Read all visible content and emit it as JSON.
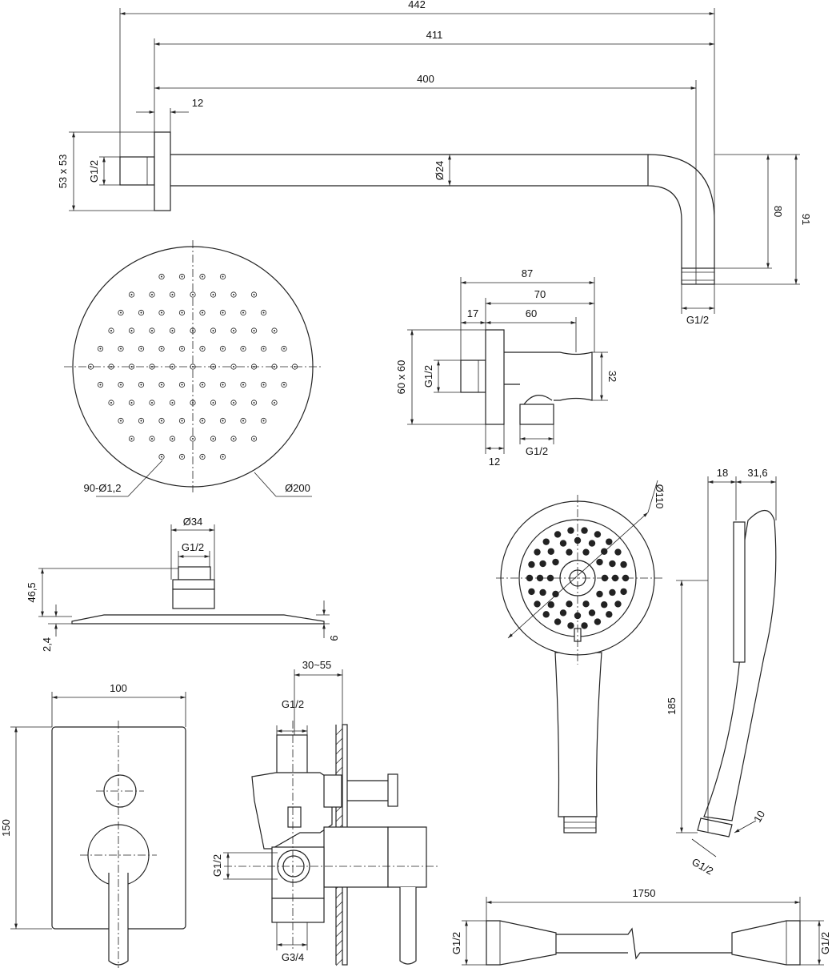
{
  "shower_arm": {
    "overall": "442",
    "to_axis_outer": "411",
    "arm_length": "400",
    "flange_depth": "12",
    "flange_size": "53 x 53",
    "inlet_thread": "G1/2",
    "tube_diameter": "Ø24",
    "drop_80": "80",
    "drop_91": "91",
    "outlet_thread": "G1/2"
  },
  "head_top": {
    "nozzles": "90-Ø1,2",
    "diameter": "Ø200"
  },
  "head_side": {
    "connector_diameter": "Ø34",
    "thread": "G1/2",
    "height": "46,5",
    "plate_thickness": "2,4",
    "total_thickness": "9"
  },
  "wall_bracket": {
    "overall": "87",
    "depth_70": "70",
    "depth_60": "60",
    "nipple": "17",
    "plate_size": "60 x 60",
    "inlet_thread": "G1/2",
    "holder_height": "32",
    "plate_depth": "12",
    "outlet_thread": "G1/2"
  },
  "valve_front": {
    "width": "100",
    "height": "150"
  },
  "valve_side": {
    "wall_depth": "30~55",
    "top_thread": "G1/2",
    "side_thread": "G1/2",
    "bottom_thread": "G3/4"
  },
  "hand_shower": {
    "diameter": "Ø110",
    "depth_18": "18",
    "depth_31": "31,6",
    "length": "185",
    "thread_length": "10",
    "thread": "G1/2"
  },
  "hose": {
    "length": "1750",
    "left_thread": "G1/2",
    "right_thread": "G1/2"
  }
}
